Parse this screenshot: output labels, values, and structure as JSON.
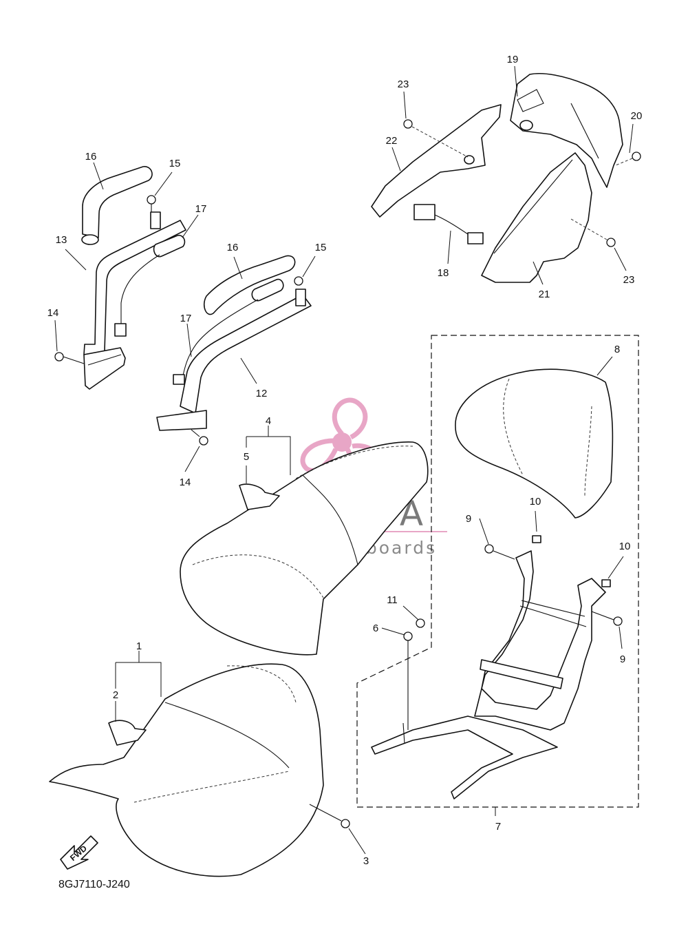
{
  "diagram": {
    "code": "8GJ7110-J240",
    "fwd_label": "FWD",
    "watermark": {
      "brand": "ARMADA",
      "tagline": "marine outboards",
      "brand_color": "#e8a6c6"
    },
    "callouts": [
      {
        "id": "c1",
        "text": "1"
      },
      {
        "id": "c2",
        "text": "2"
      },
      {
        "id": "c3",
        "text": "3"
      },
      {
        "id": "c4",
        "text": "4"
      },
      {
        "id": "c5",
        "text": "5"
      },
      {
        "id": "c6",
        "text": "6"
      },
      {
        "id": "c7",
        "text": "7"
      },
      {
        "id": "c8",
        "text": "8"
      },
      {
        "id": "c9a",
        "text": "9"
      },
      {
        "id": "c9b",
        "text": "9"
      },
      {
        "id": "c10a",
        "text": "10"
      },
      {
        "id": "c10b",
        "text": "10"
      },
      {
        "id": "c11",
        "text": "11"
      },
      {
        "id": "c12",
        "text": "12"
      },
      {
        "id": "c13",
        "text": "13"
      },
      {
        "id": "c14a",
        "text": "14"
      },
      {
        "id": "c14b",
        "text": "14"
      },
      {
        "id": "c15a",
        "text": "15"
      },
      {
        "id": "c15b",
        "text": "15"
      },
      {
        "id": "c16a",
        "text": "16"
      },
      {
        "id": "c16b",
        "text": "16"
      },
      {
        "id": "c17a",
        "text": "17"
      },
      {
        "id": "c17b",
        "text": "17"
      },
      {
        "id": "c18",
        "text": "18"
      },
      {
        "id": "c19",
        "text": "19"
      },
      {
        "id": "c20",
        "text": "20"
      },
      {
        "id": "c21",
        "text": "21"
      },
      {
        "id": "c22",
        "text": "22"
      },
      {
        "id": "c23a",
        "text": "23"
      },
      {
        "id": "c23b",
        "text": "23"
      }
    ]
  }
}
